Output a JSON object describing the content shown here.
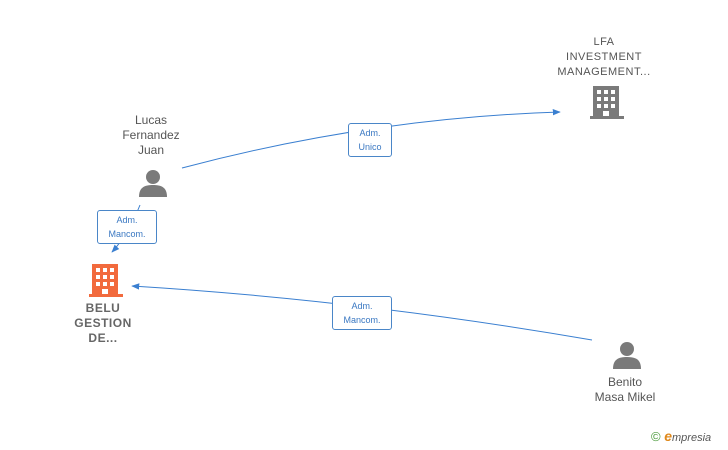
{
  "nodes": {
    "lfa": {
      "lines": [
        "LFA",
        "INVESTMENT",
        "MANAGEMENT..."
      ],
      "icon": "building-icon",
      "color": "#7a7a7a"
    },
    "lucas": {
      "lines": [
        "Lucas",
        "Fernandez",
        "Juan"
      ],
      "icon": "person-icon",
      "color": "#7a7a7a"
    },
    "belu": {
      "lines": [
        "BELU",
        "GESTION",
        "DE..."
      ],
      "icon": "building-icon",
      "color": "#f26a3d"
    },
    "benito": {
      "lines": [
        "Benito",
        "Masa Mikel"
      ],
      "icon": "person-icon",
      "color": "#7a7a7a"
    }
  },
  "edges": {
    "lucas_lfa": {
      "lines": [
        "Adm.",
        "Unico"
      ]
    },
    "lucas_belu": {
      "lines": [
        "Adm.",
        "Mancom."
      ]
    },
    "benito_belu": {
      "lines": [
        "Adm.",
        "Mancom."
      ]
    }
  },
  "colors": {
    "edge": "#3a7fd0",
    "edge_label_border": "#4a86c8"
  },
  "footer": {
    "copyright": "©",
    "brand_first": "e",
    "brand_rest": "mpresia"
  }
}
